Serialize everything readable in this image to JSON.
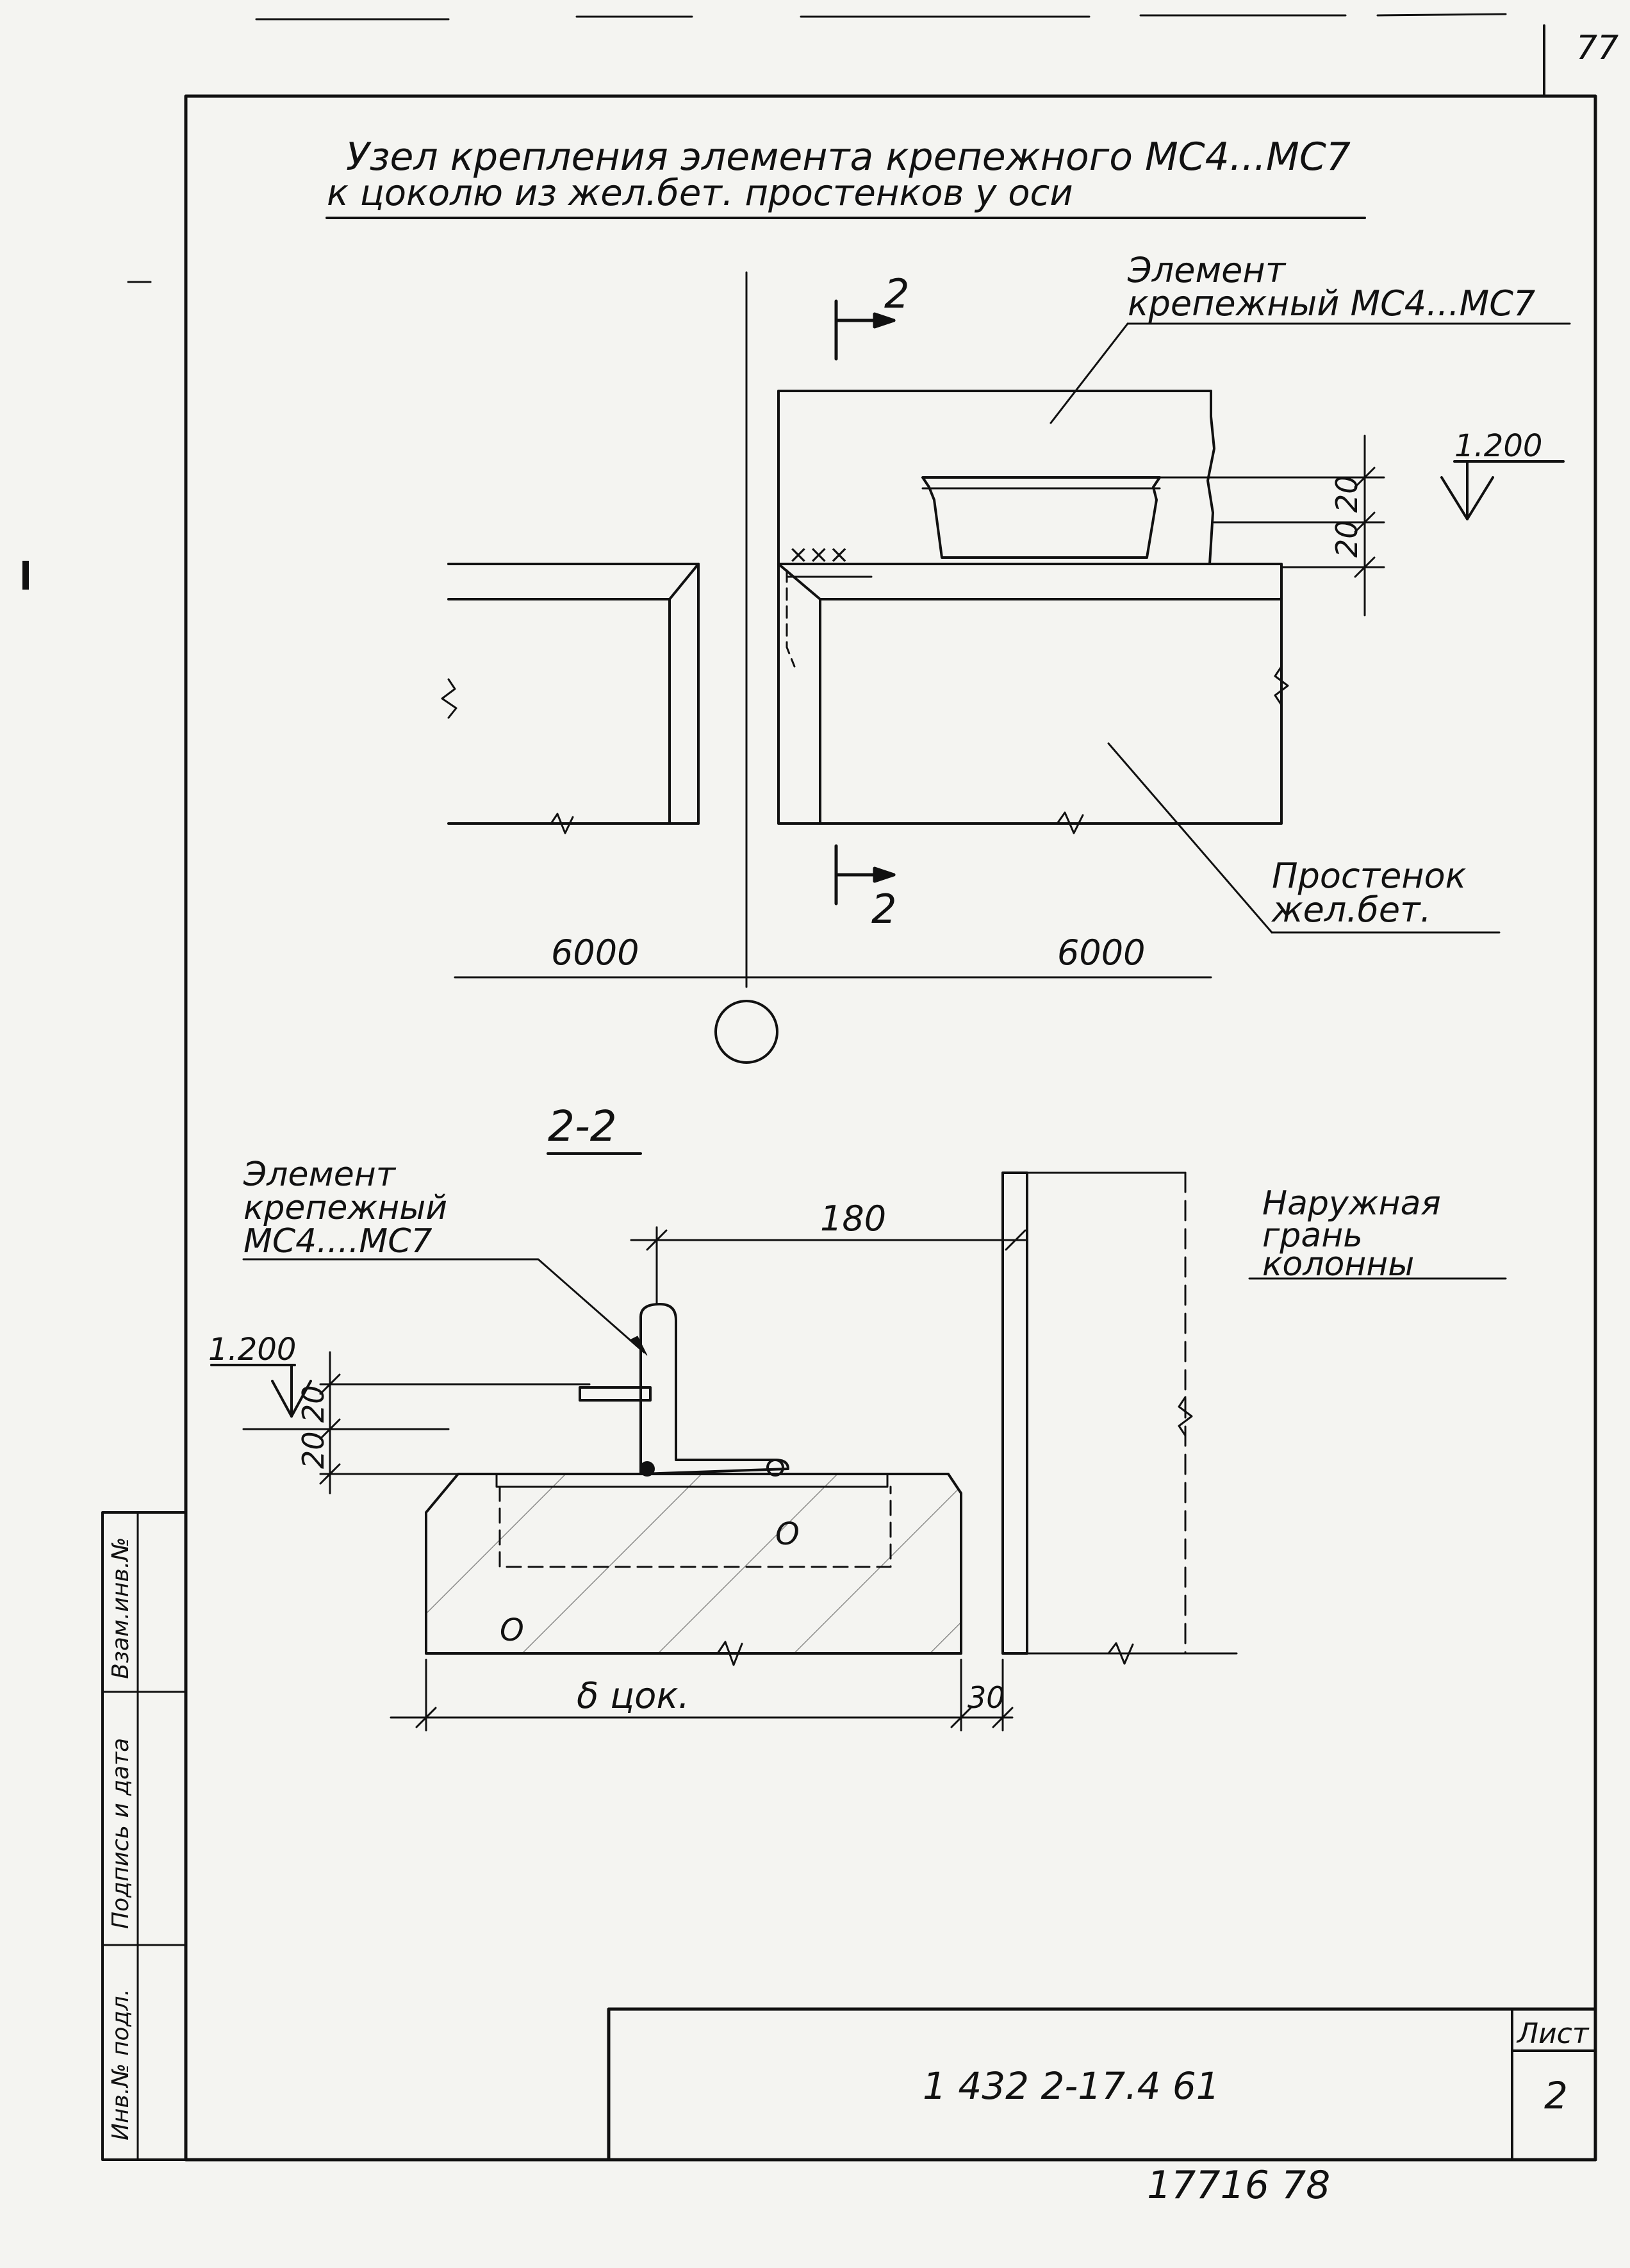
{
  "page_corner_number": "77",
  "title": {
    "line1": "Узел крепления   элемента крепежного МС4...МС7",
    "line2": "к цоколю  из жел.бет. простенков  у оси"
  },
  "plan": {
    "section_mark": "2",
    "label_element": [
      "Элемент",
      "крепежный МС4...МС7"
    ],
    "label_pier": [
      "Простенок",
      "жел.бет."
    ],
    "level": "1.200",
    "dim_20_upper": "20",
    "dim_20_lower": "20",
    "span_left": "6000",
    "span_right": "6000"
  },
  "section": {
    "title": "2-2",
    "label_element": [
      "Элемент",
      "крепежный",
      "МС4....МС7"
    ],
    "label_column": [
      "Наружная",
      "грань",
      "колонны"
    ],
    "dim_180": "180",
    "level": "1.200",
    "dim_20_upper": "20",
    "dim_20_lower": "20",
    "dim_width": "δ цок.",
    "dim_30": "30"
  },
  "side_stamp": [
    "Взам.инв.№",
    "Подпись и дата",
    "Инв.№ подл."
  ],
  "title_block": {
    "code": "1 432 2-17.4 61",
    "sheet_label": "Лист",
    "sheet_number": "2"
  },
  "bottom_numbers": "17716   78",
  "icons": [
    "axis-circle-icon",
    "break-line-icon",
    "section-arrow-icon",
    "level-triangle-icon"
  ]
}
